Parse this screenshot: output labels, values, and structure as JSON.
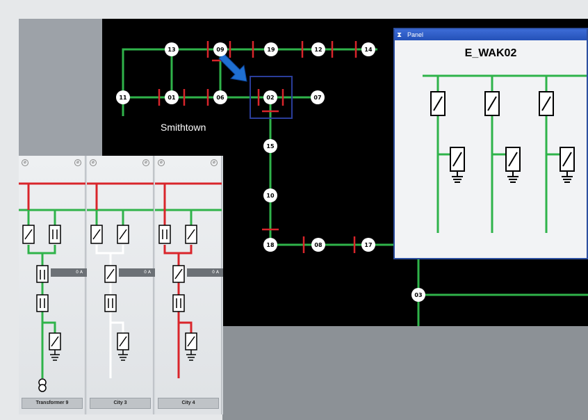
{
  "network": {
    "area_label": "Smithtown",
    "nodes": [
      {
        "id": "13"
      },
      {
        "id": "09"
      },
      {
        "id": "19"
      },
      {
        "id": "12"
      },
      {
        "id": "14"
      },
      {
        "id": "11"
      },
      {
        "id": "01"
      },
      {
        "id": "06"
      },
      {
        "id": "02"
      },
      {
        "id": "07"
      },
      {
        "id": "15"
      },
      {
        "id": "10"
      },
      {
        "id": "18"
      },
      {
        "id": "08"
      },
      {
        "id": "17"
      },
      {
        "id": "03"
      }
    ],
    "colors": {
      "line": "#2fb34a",
      "breaker": "#d9252b",
      "highlight": "#2a3d9a",
      "arrow": "#1f6fd1"
    }
  },
  "panel": {
    "title": "Panel",
    "heading": "E_WAK02"
  },
  "feeders": [
    {
      "label": "Transformer 9",
      "readout": "0 A"
    },
    {
      "label": "City 3",
      "readout": "0 A"
    },
    {
      "label": "City 4",
      "readout": "0 A"
    }
  ]
}
